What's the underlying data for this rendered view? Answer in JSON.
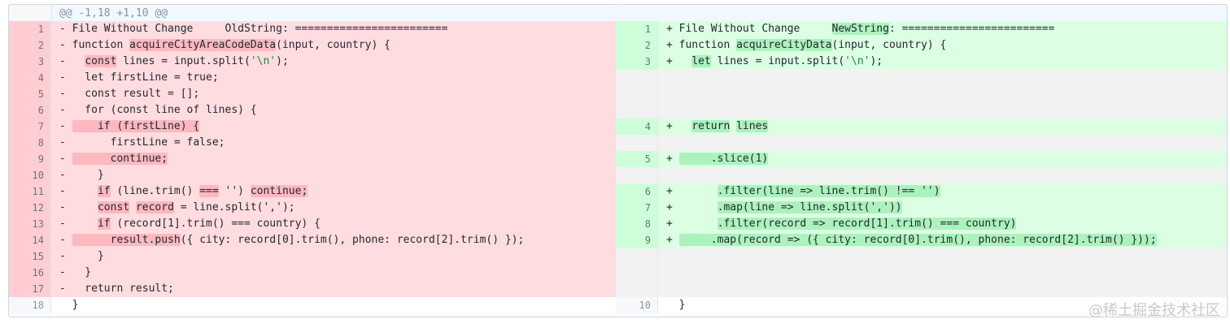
{
  "hunk_header": "@@ -1,18 +1,10 @@",
  "watermark": "@稀土掘金技术社区",
  "left": [
    {
      "n": "1",
      "t": "del",
      "segs": [
        [
          "- File Without Change     ",
          ""
        ],
        [
          "OldString",
          ""
        ],
        [
          ": ========================",
          ""
        ]
      ]
    },
    {
      "n": "2",
      "t": "del",
      "segs": [
        [
          "- function ",
          ""
        ],
        [
          "acquireCityAreaCodeData",
          "hl"
        ],
        [
          "(input, country) {",
          ""
        ]
      ]
    },
    {
      "n": "3",
      "t": "del",
      "segs": [
        [
          "-   ",
          ""
        ],
        [
          "const",
          "hl"
        ],
        [
          " lines = input.split(",
          ""
        ],
        [
          "'\\n'",
          "s"
        ],
        [
          ");",
          ""
        ]
      ]
    },
    {
      "n": "4",
      "t": "del",
      "segs": [
        [
          "-   let firstLine = true;",
          ""
        ]
      ]
    },
    {
      "n": "5",
      "t": "del",
      "segs": [
        [
          "-   const result = [];",
          ""
        ]
      ]
    },
    {
      "n": "6",
      "t": "del",
      "segs": [
        [
          "-   for (const line of lines) {",
          ""
        ]
      ]
    },
    {
      "n": "7",
      "t": "del",
      "segs": [
        [
          "- ",
          ""
        ],
        [
          "    if (firstLine) {",
          "hl"
        ]
      ]
    },
    {
      "n": "8",
      "t": "del",
      "segs": [
        [
          "-       firstLine = false;",
          ""
        ]
      ]
    },
    {
      "n": "9",
      "t": "del",
      "segs": [
        [
          "- ",
          ""
        ],
        [
          "      continue;",
          "hl"
        ]
      ]
    },
    {
      "n": "10",
      "t": "del",
      "segs": [
        [
          "-     }",
          ""
        ]
      ]
    },
    {
      "n": "11",
      "t": "del",
      "segs": [
        [
          "-     ",
          ""
        ],
        [
          "if",
          "hl"
        ],
        [
          " (line.trim() ",
          ""
        ],
        [
          "===",
          "hl"
        ],
        [
          " '') ",
          ""
        ],
        [
          "continue;",
          "hl"
        ]
      ]
    },
    {
      "n": "12",
      "t": "del",
      "segs": [
        [
          "-     ",
          ""
        ],
        [
          "const",
          "hl"
        ],
        [
          " ",
          ""
        ],
        [
          "record",
          "hl"
        ],
        [
          " = line.split(',');",
          ""
        ]
      ]
    },
    {
      "n": "13",
      "t": "del",
      "segs": [
        [
          "-     ",
          ""
        ],
        [
          "if",
          "hl"
        ],
        [
          " (record[1].trim() === country) {",
          ""
        ]
      ]
    },
    {
      "n": "14",
      "t": "del",
      "segs": [
        [
          "- ",
          ""
        ],
        [
          "      result.push",
          "hl"
        ],
        [
          "({ city: record[0].trim(), phone: record[2].trim() });",
          ""
        ]
      ]
    },
    {
      "n": "15",
      "t": "del",
      "segs": [
        [
          "-     }",
          ""
        ]
      ]
    },
    {
      "n": "16",
      "t": "del",
      "segs": [
        [
          "-   }",
          ""
        ]
      ]
    },
    {
      "n": "17",
      "t": "del",
      "segs": [
        [
          "-   return result;",
          ""
        ]
      ]
    },
    {
      "n": "18",
      "t": "ctx",
      "segs": [
        [
          "  }",
          ""
        ]
      ]
    }
  ],
  "right": [
    {
      "n": "1",
      "t": "add",
      "segs": [
        [
          "+ File Without Change     ",
          ""
        ],
        [
          "NewString",
          "hl"
        ],
        [
          ": ========================",
          ""
        ]
      ]
    },
    {
      "n": "2",
      "t": "add",
      "segs": [
        [
          "+ function ",
          ""
        ],
        [
          "acquireCityData",
          "hl"
        ],
        [
          "(input, country) {",
          ""
        ]
      ]
    },
    {
      "n": "3",
      "t": "add",
      "segs": [
        [
          "+   ",
          ""
        ],
        [
          "let",
          "hl"
        ],
        [
          " lines = input.split(",
          ""
        ],
        [
          "'\\n'",
          "s"
        ],
        [
          ");",
          ""
        ]
      ]
    },
    {
      "n": "",
      "t": "empty",
      "segs": []
    },
    {
      "n": "",
      "t": "empty",
      "segs": []
    },
    {
      "n": "",
      "t": "empty",
      "segs": []
    },
    {
      "n": "4",
      "t": "add",
      "segs": [
        [
          "+   ",
          ""
        ],
        [
          "return",
          "hl"
        ],
        [
          " ",
          ""
        ],
        [
          "lines",
          "hl"
        ]
      ]
    },
    {
      "n": "",
      "t": "empty",
      "segs": []
    },
    {
      "n": "5",
      "t": "add",
      "segs": [
        [
          "+ ",
          ""
        ],
        [
          "     .slice(1)",
          "hl"
        ]
      ]
    },
    {
      "n": "",
      "t": "empty",
      "segs": []
    },
    {
      "n": "6",
      "t": "add",
      "segs": [
        [
          "+       ",
          ""
        ],
        [
          ".filter(line => line.trim() !== '')",
          "hl"
        ]
      ]
    },
    {
      "n": "7",
      "t": "add",
      "segs": [
        [
          "+       ",
          ""
        ],
        [
          ".map(line => line.split(','))",
          "hl"
        ]
      ]
    },
    {
      "n": "8",
      "t": "add",
      "segs": [
        [
          "+       ",
          ""
        ],
        [
          ".filter(record => record[1].trim() === country)",
          "hl"
        ]
      ]
    },
    {
      "n": "9",
      "t": "add",
      "segs": [
        [
          "+ ",
          ""
        ],
        [
          "     .map(record => ({ city: record[0].trim(), phone: record[2].trim() }));",
          "hl"
        ]
      ]
    },
    {
      "n": "",
      "t": "empty",
      "segs": []
    },
    {
      "n": "",
      "t": "empty",
      "segs": []
    },
    {
      "n": "",
      "t": "empty",
      "segs": []
    },
    {
      "n": "10",
      "t": "ctx",
      "segs": [
        [
          "  }",
          ""
        ]
      ]
    }
  ]
}
